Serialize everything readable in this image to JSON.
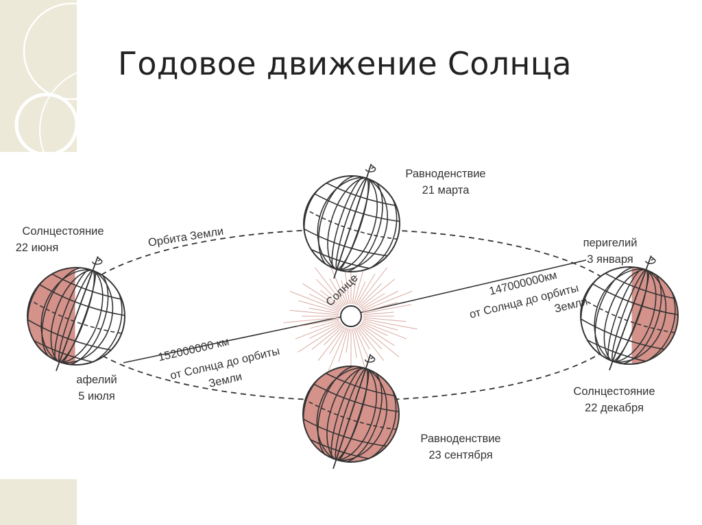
{
  "title": "Годовое движение Солнца",
  "colors": {
    "shade": "#d4928a",
    "ink": "#333333",
    "background": "#ffffff",
    "decor": "#ece9d8"
  },
  "labels": {
    "sun": "Солнце",
    "orbit": "Орбита Земли",
    "equinox_march": [
      "Равноденствие",
      "21 марта"
    ],
    "solstice_june": [
      "Солнцестояние",
      "22 июня"
    ],
    "perihelion": [
      "перигелий",
      "3 января"
    ],
    "aphelion": [
      "афелий",
      "5 июля"
    ],
    "solstice_december": [
      "Солнцестояние",
      "22 декабря"
    ],
    "equinox_september": [
      "Равноденствие",
      "23 сентября"
    ],
    "dist_perihelion": [
      "147000000км",
      "от Солнца до орбиты",
      "Земли"
    ],
    "dist_aphelion": [
      "152000000 км",
      "от Солнца до орбиты",
      "Земли"
    ]
  },
  "globes": [
    {
      "name": "globe-march-equinox",
      "shading": "none"
    },
    {
      "name": "globe-june-solstice",
      "shading": "left"
    },
    {
      "name": "globe-december-solstice",
      "shading": "right"
    },
    {
      "name": "globe-september-equinox",
      "shading": "full"
    }
  ]
}
